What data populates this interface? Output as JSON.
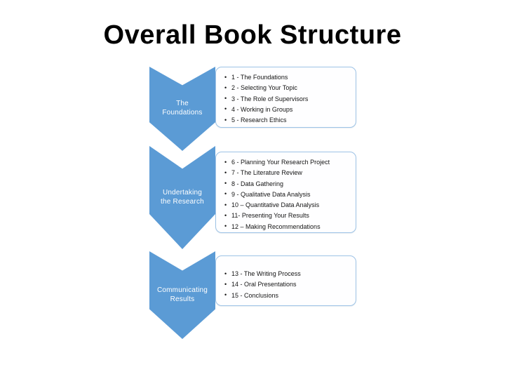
{
  "page": {
    "title": "Overall Book Structure",
    "background_color": "#ffffff"
  },
  "theme": {
    "chevron_fill": "#5b9bd5",
    "chevron_text_color": "#ffffff",
    "box_border_color": "#9dc3e6",
    "box_fill": "#fefeff",
    "box_text_color": "#141414",
    "title_color": "#000000"
  },
  "diagram": {
    "type": "vertical-chevron-process",
    "stages": [
      {
        "id": "foundations",
        "label": "The Foundations",
        "label_lines": [
          "The",
          "Foundations"
        ],
        "items": [
          "1 - The Foundations",
          "2 - Selecting Your Topic",
          "3 - The Role of Supervisors",
          "4 - Working in Groups",
          "5 - Research Ethics"
        ]
      },
      {
        "id": "undertaking-the-research",
        "label": "Undertaking the Research",
        "label_lines": [
          "Undertaking",
          "the Research"
        ],
        "items": [
          "6 - Planning Your Research Project",
          "7 - The Literature Review",
          "8 - Data Gathering",
          "9 - Qualitative Data Analysis",
          "10 – Quantitative Data Analysis",
          "11- Presenting Your Results",
          "12 – Making Recommendations"
        ]
      },
      {
        "id": "communicating-results",
        "label": "Communicating Results",
        "label_lines": [
          "Communicating",
          "Results"
        ],
        "items": [
          "13 - The Writing Process",
          "14 - Oral Presentations",
          "15 - Conclusions"
        ]
      }
    ]
  }
}
